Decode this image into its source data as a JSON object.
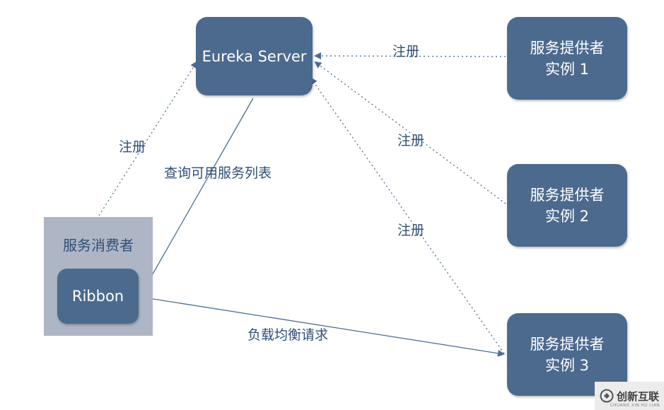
{
  "nodes": {
    "eureka": "Eureka Server",
    "provider1": {
      "line1": "服务提供者",
      "line2": "实例 1"
    },
    "provider2": {
      "line1": "服务提供者",
      "line2": "实例 2"
    },
    "provider3": {
      "line1": "服务提供者",
      "line2": "实例 3"
    },
    "consumer": "服务消费者",
    "ribbon": "Ribbon"
  },
  "edges": {
    "register_consumer": "注册",
    "register_p1": "注册",
    "register_p2": "注册",
    "register_p3": "注册",
    "query": "查询可用服务列表",
    "load_balance": "负载均衡请求"
  },
  "watermark": {
    "text": "创新互联",
    "sub": "CHUANG XIN HU LIAN"
  },
  "colors": {
    "node": "#4c6a8e",
    "consumer_bg": "#aeb5c5",
    "line": "#4a6d96",
    "label": "#2f4e77"
  }
}
